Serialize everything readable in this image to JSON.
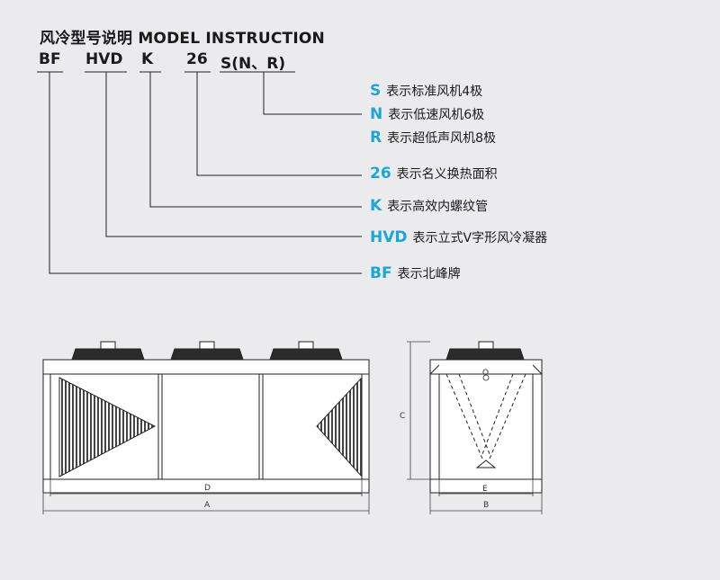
{
  "title": "风冷型号说明  MODEL INSTRUCTION",
  "model_code": {
    "bf": "BF",
    "hvd": "HVD",
    "k": "K",
    "num": "26",
    "snr": "S(N、R)"
  },
  "legend": [
    {
      "key": "S",
      "text": "表示标准风机4极"
    },
    {
      "key": "N",
      "text": "表示低速风机6极"
    },
    {
      "key": "R",
      "text": "表示超低声风机8极"
    },
    {
      "key": "26",
      "text": "表示名义换热面积"
    },
    {
      "key": "K",
      "text": "表示高效内螺纹管"
    },
    {
      "key": "HVD",
      "text": "表示立式V字形风冷凝器"
    },
    {
      "key": "BF",
      "text": "表示北峰牌"
    }
  ],
  "dimensions": {
    "front": {
      "d": "D",
      "a": "A"
    },
    "side": {
      "c": "C",
      "e": "E",
      "b": "B",
      "o": "O"
    }
  },
  "colors": {
    "accent": "#1aa6d6",
    "line": "#222222",
    "background": "#ebebee"
  }
}
